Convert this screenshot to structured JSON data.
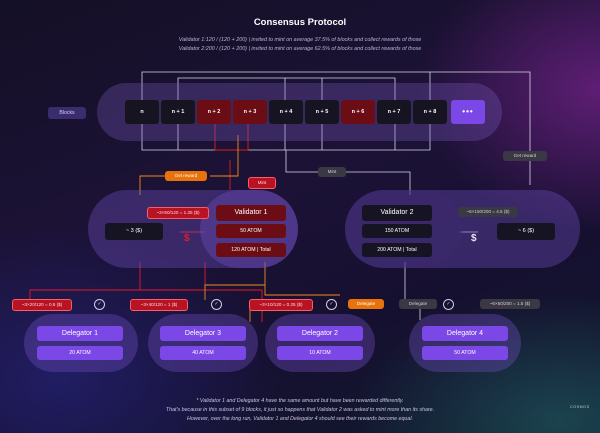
{
  "title": "Consensus Protocol",
  "subtitle_lines": [
    "Validator 1:120 / (120 + 200)  |  invited to mint on average 37.5% of blocks and collect rewards of those",
    "Validator 2:200 / (120 + 200)  |  invited to mint on average 62.5% of blocks and collect rewards of those"
  ],
  "blocks_label": "Blocks",
  "blocks": [
    "n",
    "n + 1",
    "n + 2",
    "n + 3",
    "n + 4",
    "n + 5",
    "n + 6",
    "n + 7",
    "n + 8",
    "•••"
  ],
  "get_reward_left": "Get reward",
  "get_reward_right": "Get reward",
  "mint_left": "Mint",
  "mint_right": "Mint",
  "validator1": {
    "name": "Validator 1",
    "amount": "50 ATOM",
    "total": "120 ATOM | Total",
    "reward": "~ 3 ($)",
    "formula": "~3×50/120 = 1.25 ($)"
  },
  "validator2": {
    "name": "Validator 2",
    "amount": "150 ATOM",
    "total": "200 ATOM | Total",
    "reward": "~ 6 ($)",
    "formula": "~6×150/200 = 4.5 ($)"
  },
  "dollar": "$",
  "delegators": [
    {
      "name": "Delegator 1",
      "amount": "20 ATOM",
      "formula": "~3×20/120 = 0.5 ($)"
    },
    {
      "name": "Delegator 3",
      "amount": "40 ATOM",
      "formula": "~3×40/120 = 1 ($)"
    },
    {
      "name": "Delegator 2",
      "amount": "10 ATOM",
      "formula": "~3×10/120 = 0.25 ($)"
    },
    {
      "name": "Delegator 4",
      "amount": "50 ATOM",
      "formula": "~6×50/200 = 1.5 ($)"
    }
  ],
  "delegate_left": "Delegate",
  "delegate_right": "Delegate",
  "check": "✓",
  "footnote_lines": [
    "* Validator 1 and Delegator 4 have the same amount but have been rewarded differently.",
    "That's because in this subset of 9 blocks, it just so happens that Validator 2 was asked to mint more than its share.",
    "However, over the long run, Validator 1 and Delegator 4 should see their rewards become equal."
  ],
  "logo": "COSMOS",
  "colors": {
    "accent_purple": "#7b47e6",
    "validator1_red": "#6c0c14",
    "reward_orange": "#e8720c",
    "tag_red": "#b71322"
  }
}
